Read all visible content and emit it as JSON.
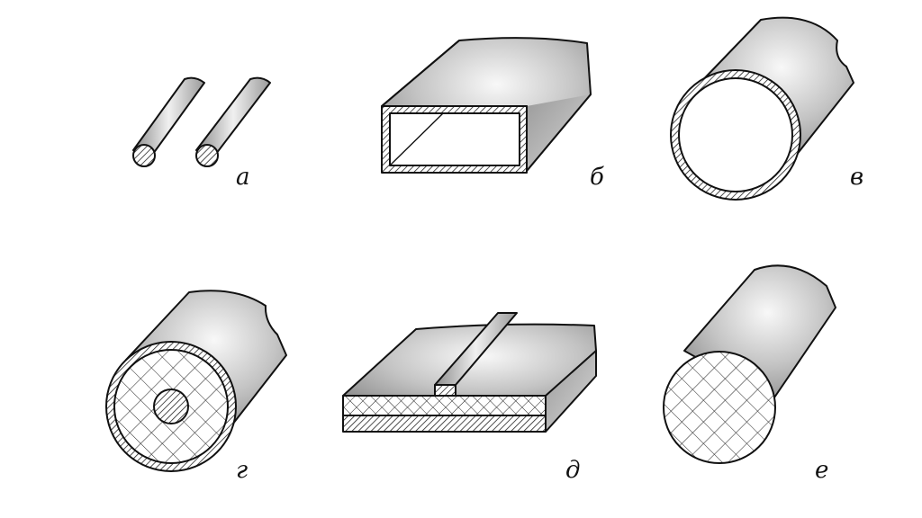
{
  "labels": {
    "a": "а",
    "b": "б",
    "v": "в",
    "g": "г",
    "d": "д",
    "e": "е"
  },
  "colors": {
    "outline": "#111111",
    "surface_dark": "#8a8a8a",
    "surface_light": "#f4f4f4",
    "hatch": "#222222",
    "section_fill": "#ffffff"
  }
}
